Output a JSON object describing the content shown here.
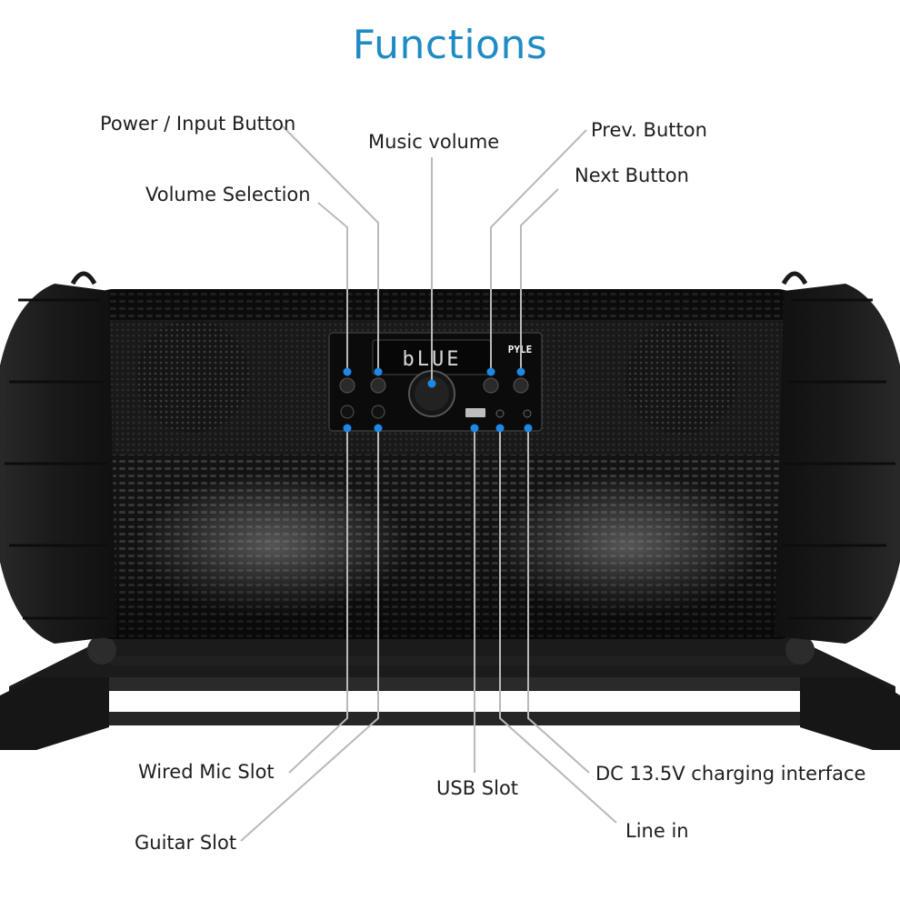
{
  "title": "Functions",
  "callouts": {
    "power_input_button": "Power / Input Button",
    "music_volume": "Music volume",
    "prev_button": "Prev. Button",
    "next_button": "Next Button",
    "volume_selection": "Volume Selection",
    "wired_mic_slot": "Wired Mic Slot",
    "guitar_slot": "Guitar Slot",
    "usb_slot": "USB Slot",
    "dc_charging_interface": "DC 13.5V charging interface",
    "line_in": "Line in"
  },
  "product": {
    "display_text": "bLUE",
    "brand_logo": "PYLE"
  },
  "colors": {
    "title": "#1f8bc4",
    "marker_dot": "#1e88e5",
    "leader_line": "#b9b9b9",
    "speaker_body": "#1c1c1c"
  }
}
